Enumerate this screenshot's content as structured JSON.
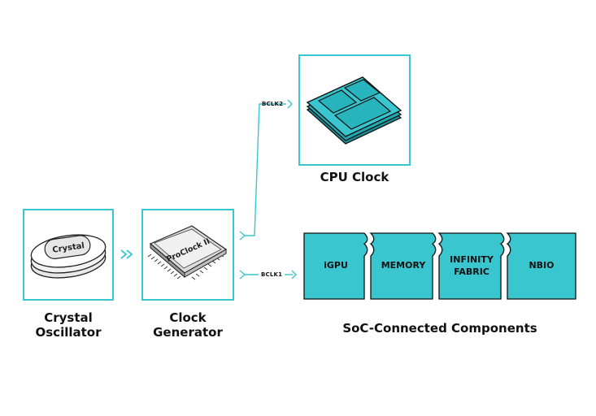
{
  "diagram": {
    "accent_color": "#3ac6cf",
    "nodes": {
      "crystal": {
        "chip_text": "Crystal",
        "caption_line1": "Crystal",
        "caption_line2": "Oscillator",
        "icon": "crystal-oscillator-icon"
      },
      "clock_generator": {
        "chip_text": "ProClock II",
        "caption_line1": "Clock",
        "caption_line2": "Generator",
        "icon": "clock-chip-icon"
      },
      "cpu": {
        "caption": "CPU Clock",
        "icon": "cpu-die-icon"
      },
      "soc": {
        "caption": "SoC-Connected Components",
        "segments": [
          {
            "line1": "iGPU",
            "line2": ""
          },
          {
            "line1": "MEMORY",
            "line2": ""
          },
          {
            "line1": "INFINITY",
            "line2": "FABRIC"
          },
          {
            "line1": "NBIO",
            "line2": ""
          }
        ]
      }
    },
    "signals": {
      "bclk2": "BCLK2",
      "bclk1": "BCLK1"
    }
  }
}
